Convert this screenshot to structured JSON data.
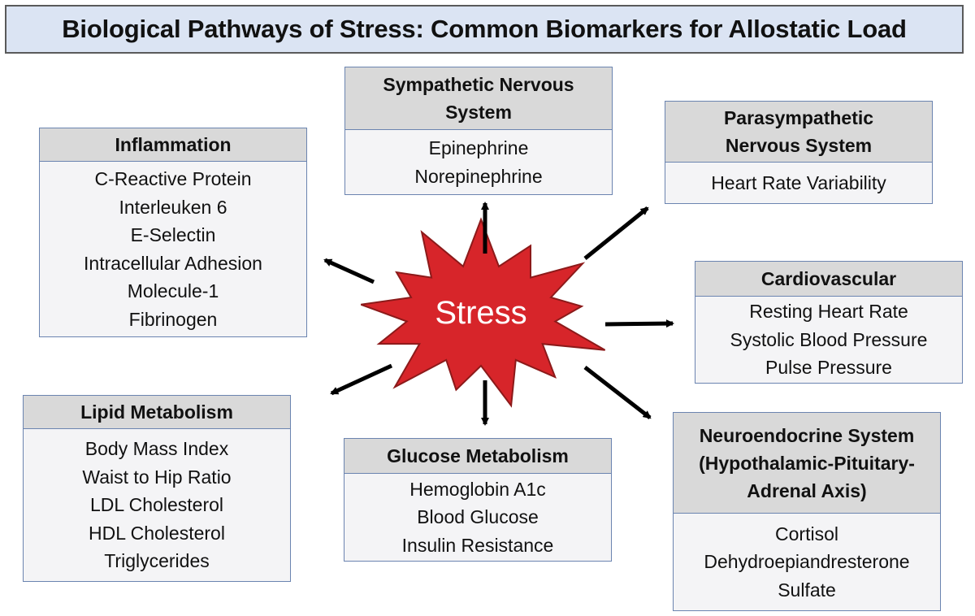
{
  "title": "Biological Pathways of Stress: Common Biomarkers for Allostatic Load",
  "center_label": "Stress",
  "colors": {
    "title_bg": "#dbe4f3",
    "header_bg": "#d9d9d9",
    "box_bg": "#f4f4f6",
    "box_border": "#6b84b0",
    "stress_fill": "#d7252a",
    "stress_stroke": "#8c1a1a",
    "arrow": "#000000"
  },
  "pathways": {
    "sympathetic": {
      "header": [
        "Sympathetic Nervous",
        "System"
      ],
      "items": [
        "Epinephrine",
        "Norepinephrine"
      ]
    },
    "parasympathetic": {
      "header": [
        "Parasympathetic",
        "Nervous System"
      ],
      "items": [
        "Heart Rate Variability"
      ]
    },
    "inflammation": {
      "header": [
        "Inflammation"
      ],
      "items": [
        "C-Reactive Protein",
        "Interleuken 6",
        "E-Selectin",
        "Intracellular Adhesion",
        "Molecule-1",
        "Fibrinogen"
      ]
    },
    "cardiovascular": {
      "header": [
        "Cardiovascular"
      ],
      "items": [
        "Resting Heart Rate",
        "Systolic Blood Pressure",
        "Pulse Pressure"
      ]
    },
    "lipid": {
      "header": [
        "Lipid Metabolism"
      ],
      "items": [
        "Body Mass Index",
        "Waist to Hip Ratio",
        "LDL Cholesterol",
        "HDL Cholesterol",
        "Triglycerides"
      ]
    },
    "glucose": {
      "header": [
        "Glucose Metabolism"
      ],
      "items": [
        "Hemoglobin A1c",
        "Blood Glucose",
        "Insulin Resistance"
      ]
    },
    "neuroendocrine": {
      "header": [
        "Neuroendocrine System",
        "(Hypothalamic-Pituitary-",
        "Adrenal Axis)"
      ],
      "items": [
        "Cortisol",
        "Dehydroepiandresterone",
        "Sulfate"
      ]
    }
  }
}
